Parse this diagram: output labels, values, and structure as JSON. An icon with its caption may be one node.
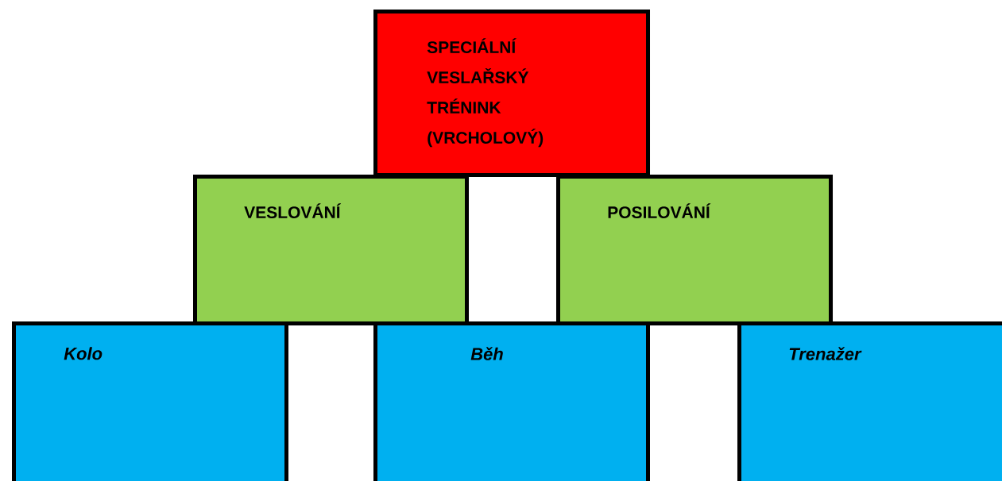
{
  "diagram": {
    "nodes": [
      {
        "text": [
          "SPECIÁLNÍ VESLAŘSKÝ TRÉNINK (VRCHOLOVÝ)"
        ]
      },
      {
        "text": [
          "VESLOVÁNÍ"
        ]
      },
      {
        "text": [
          "POSILOVÁNÍ"
        ]
      },
      {
        "text": [
          "Kolo"
        ]
      },
      {
        "text": [
          "Běh"
        ]
      },
      {
        "text": [
          "Trenažer"
        ]
      }
    ]
  }
}
